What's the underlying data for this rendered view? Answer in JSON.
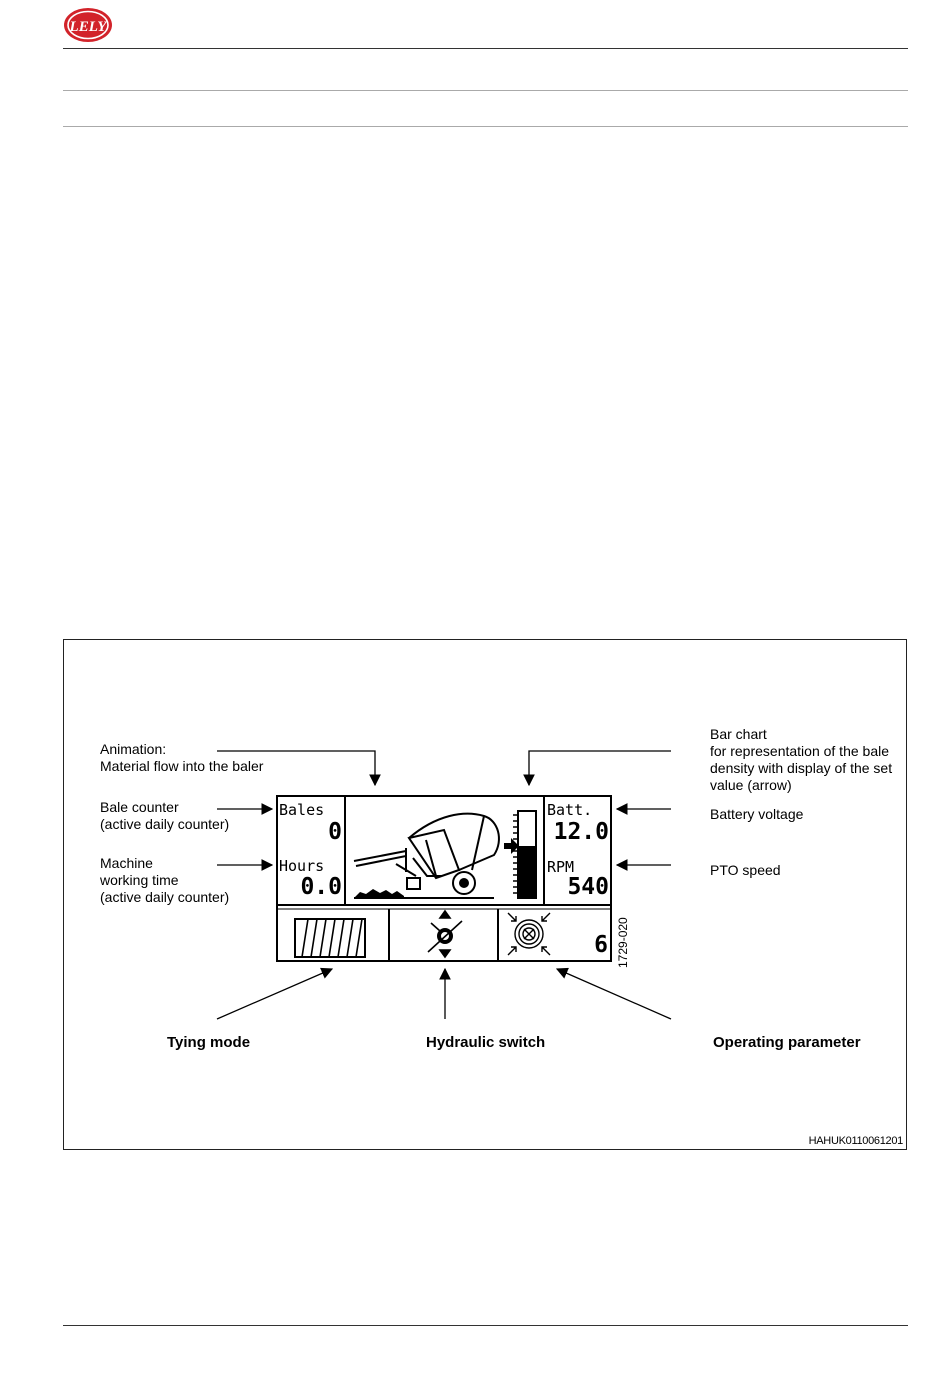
{
  "header": {
    "logo_text": "LELY",
    "brand_color": "#d2232a"
  },
  "figure": {
    "callouts": {
      "animation": [
        "Animation:",
        "Material flow into the baler"
      ],
      "bale_counter": [
        "Bale counter",
        "(active daily counter)"
      ],
      "working_time": [
        "Machine",
        "working time",
        "(active daily counter)"
      ],
      "bar_chart": [
        "Bar chart",
        "for representation of the bale",
        "density with display of the set",
        "value (arrow)"
      ],
      "battery": [
        "Battery voltage"
      ],
      "pto": [
        "PTO speed"
      ],
      "tying_mode": "Tying mode",
      "hydraulic_switch": "Hydraulic switch",
      "operating_parameter": "Operating parameter"
    },
    "panel": {
      "bales_label": "Bales",
      "bales_value": "0",
      "hours_label": "Hours",
      "hours_value": "0.0",
      "batt_label": "Batt.",
      "batt_value": "12.0",
      "rpm_label": "RPM",
      "rpm_value": "540",
      "parameter_value": "6",
      "density_fill": 0.6
    },
    "panel_code": "1729-020",
    "doc_code": "HAHUK0110061201"
  }
}
